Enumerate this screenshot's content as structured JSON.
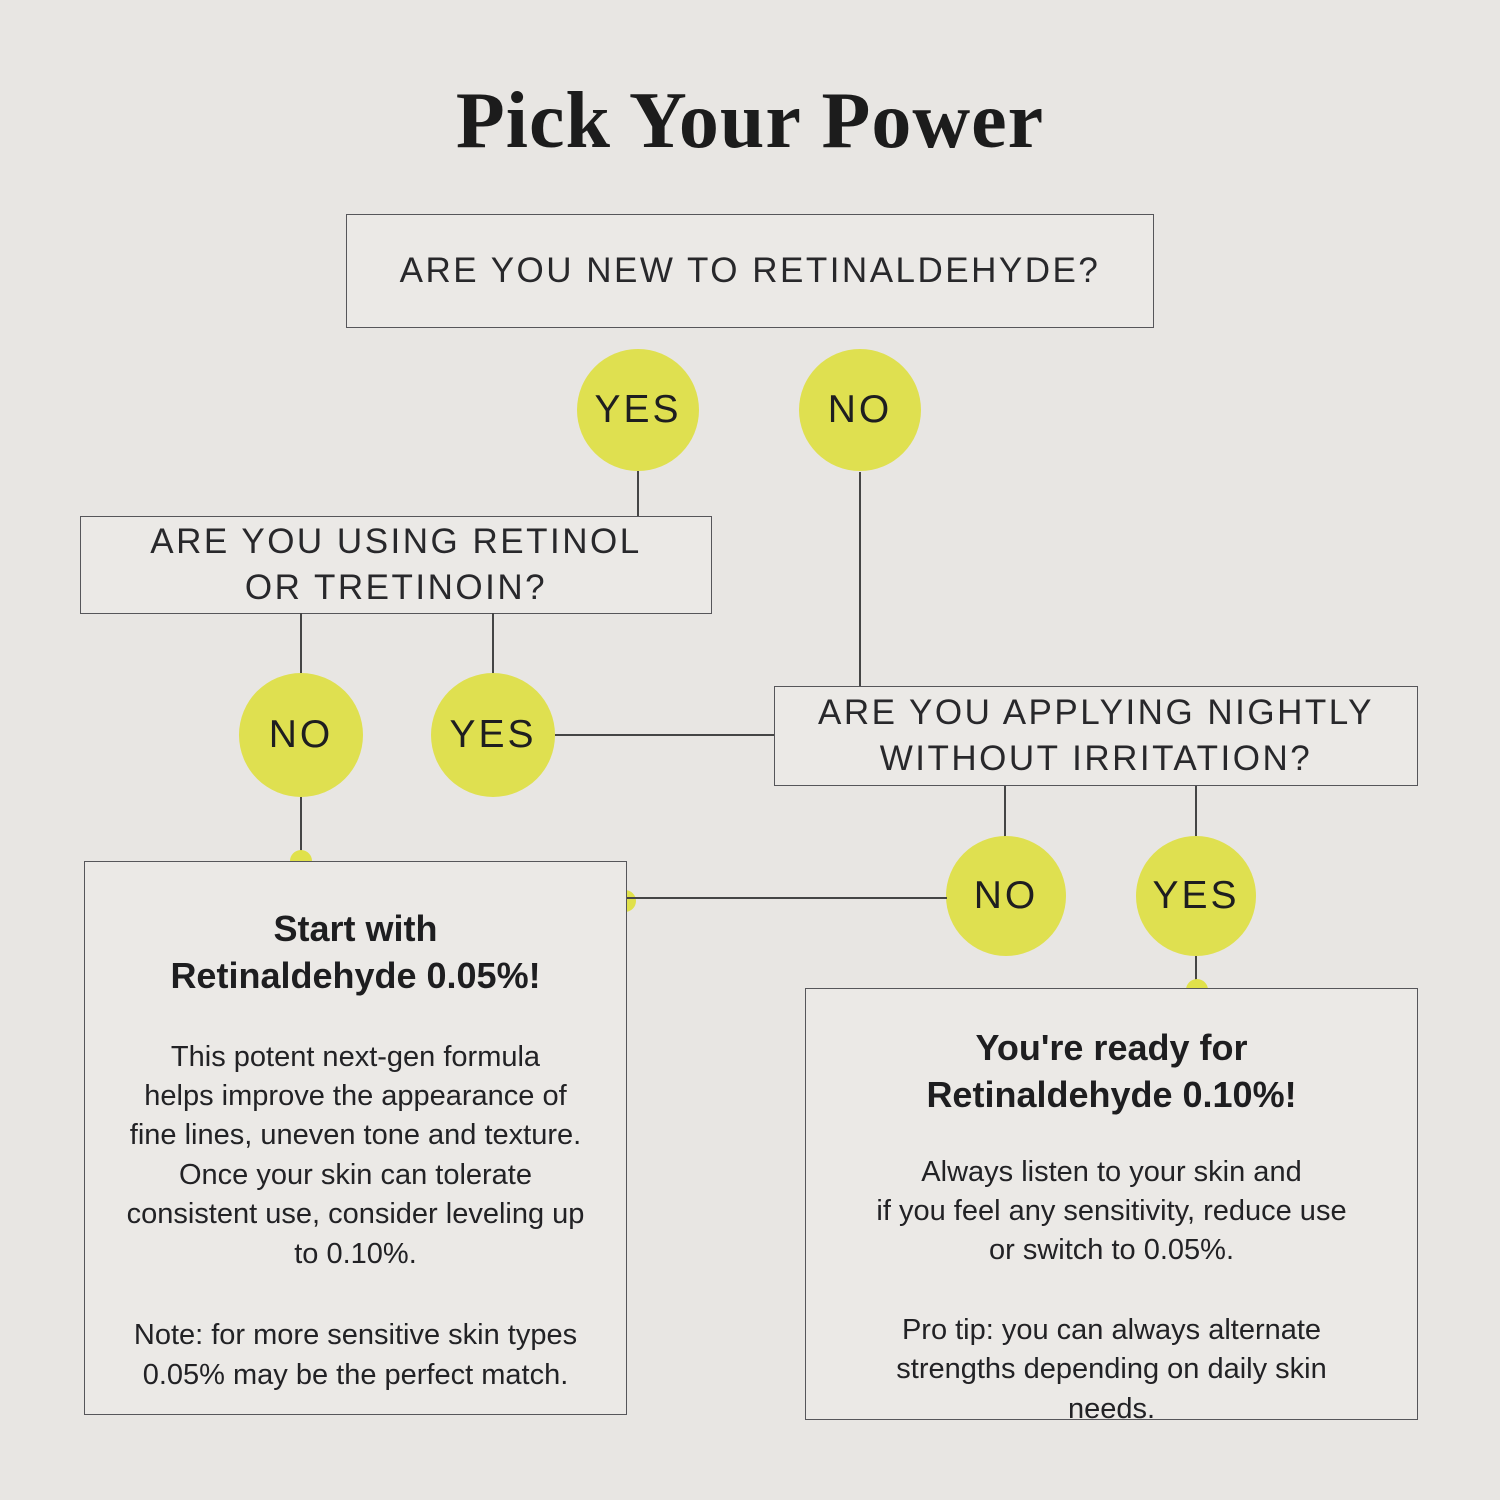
{
  "title": "Pick Your Power",
  "colors": {
    "background": "#e8e6e3",
    "box_fill": "#ebe9e6",
    "box_border": "#56565a",
    "circle_fill": "#dfe050",
    "connector_line": "#454545",
    "connector_dot": "#e0e14b",
    "text": "#222225"
  },
  "flow": {
    "q1": {
      "text": "ARE YOU NEW TO RETINALDEHYDE?",
      "yes_label": "YES",
      "no_label": "NO"
    },
    "q2": {
      "lines": [
        "ARE YOU USING RETINOL",
        "OR TRETINOIN?"
      ],
      "yes_label": "YES",
      "no_label": "NO"
    },
    "q3": {
      "lines": [
        "ARE YOU APPLYING NIGHTLY",
        "WITHOUT IRRITATION?"
      ],
      "yes_label": "YES",
      "no_label": "NO"
    }
  },
  "results": {
    "left": {
      "heading": [
        "Start with",
        "Retinaldehyde 0.05%!"
      ],
      "body1": [
        "This potent next-gen formula",
        "helps improve the appearance of",
        "fine lines, uneven tone and texture.",
        "Once your skin can tolerate",
        "consistent use, consider leveling up",
        "to 0.10%."
      ],
      "body2": [
        "Note: for more sensitive skin types",
        "0.05% may be the perfect match."
      ]
    },
    "right": {
      "heading": [
        "You're ready for",
        "Retinaldehyde 0.10%!"
      ],
      "body1": [
        "Always listen to your skin and",
        "if you feel any sensitivity, reduce use",
        "or switch to 0.05%."
      ],
      "body2": [
        "Pro tip: you can always alternate",
        "strengths depending on daily skin",
        "needs."
      ]
    }
  }
}
